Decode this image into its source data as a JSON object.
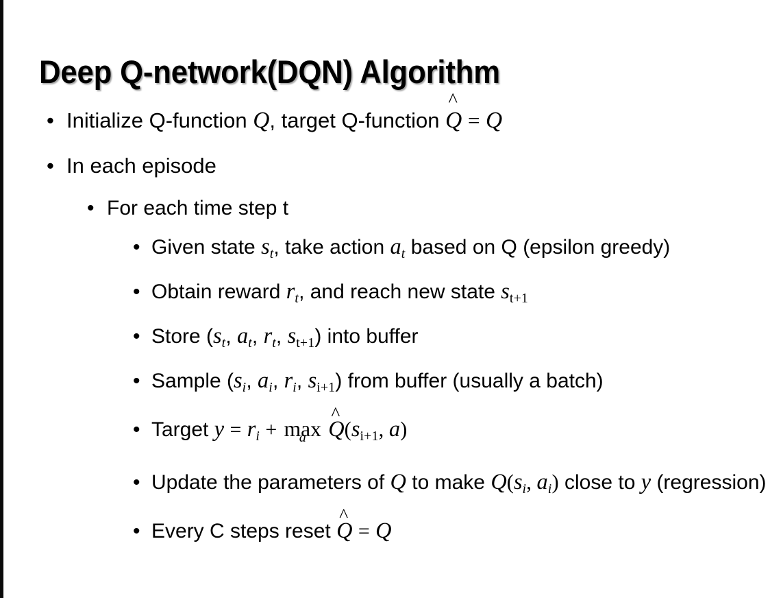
{
  "slide": {
    "title": "Deep Q-network(DQN) Algorithm",
    "background_color": "#ffffff",
    "text_color": "#000000",
    "edge_band_color": "#0a0a0a",
    "bullet_glyph": "•"
  },
  "content": {
    "b1": {
      "level": 1,
      "text_1": "Initialize Q-function ",
      "math_Q1": "Q",
      "text_2": ", target Q-function ",
      "math_Qhat": "Q",
      "hat": "^",
      "math_eq": "=",
      "math_Q2": "Q"
    },
    "b2": {
      "level": 1,
      "text": "In each episode"
    },
    "b3": {
      "level": 2,
      "text": "For each time step t"
    },
    "b4": {
      "level": 3,
      "text_1": "Given state ",
      "math_s": "s",
      "sub_s": "t",
      "text_2": ", take action ",
      "math_a": "a",
      "sub_a": "t",
      "text_3": " based on Q (epsilon greedy)"
    },
    "b5": {
      "level": 3,
      "text_1": "Obtain reward ",
      "math_r": "r",
      "sub_r": "t",
      "text_2": ", and reach new state ",
      "math_s": "s",
      "sub_s": "t+1"
    },
    "b6": {
      "level": 3,
      "text_1": "Store (",
      "math_s1": "s",
      "sub_s1": "t",
      "sep1": ", ",
      "math_a": "a",
      "sub_a": "t",
      "sep2": ", ",
      "math_r": "r",
      "sub_r": "t",
      "sep3": ", ",
      "math_s2": "s",
      "sub_s2": "t+1",
      "text_2": ") into buffer"
    },
    "b7": {
      "level": 3,
      "text_1": "Sample (",
      "math_s1": "s",
      "sub_s1": "i",
      "sep1": ", ",
      "math_a": "a",
      "sub_a": "i",
      "sep2": ", ",
      "math_r": "r",
      "sub_r": "i",
      "sep3": ", ",
      "math_s2": "s",
      "sub_s2": "i+1",
      "text_2": ") from buffer (usually a batch)"
    },
    "b8": {
      "level": 3,
      "text_1": "Target ",
      "math_y": "y",
      "math_eq": "=",
      "math_r": "r",
      "sub_r": "i",
      "math_plus": "+",
      "math_max": "max",
      "max_under": "a",
      "math_Qhat": "Q",
      "hat": "^",
      "paren_open": "(",
      "math_s": "s",
      "sub_s": "i+1",
      "sep": ", ",
      "math_a": "a",
      "paren_close": ")"
    },
    "b9": {
      "level": 3,
      "text_1": "Update the parameters of ",
      "math_Q1": "Q",
      "text_2": " to make ",
      "math_Q2": "Q",
      "paren_open": "(",
      "math_s": "s",
      "sub_s": "i",
      "sep": ", ",
      "math_a": "a",
      "sub_a": "i",
      "paren_close": ")",
      "text_3": " close to ",
      "math_y": "y",
      "text_4": " (regression)"
    },
    "b10": {
      "level": 3,
      "text_1": "Every C steps reset ",
      "math_Qhat": "Q",
      "hat": "^",
      "math_eq": "=",
      "math_Q": "Q"
    }
  }
}
